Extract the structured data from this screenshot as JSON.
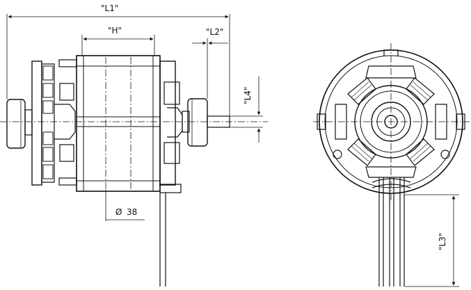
{
  "diagram": {
    "dimensions": {
      "l1": "\"L1\"",
      "h": "\"H\"",
      "l2": "\"L2\"",
      "l4": "\"L4\"",
      "l3": "\"L3\"",
      "dia_prefix": "Ø",
      "dia_value": "38"
    },
    "colors": {
      "line": "#111111",
      "background": "#ffffff"
    }
  }
}
